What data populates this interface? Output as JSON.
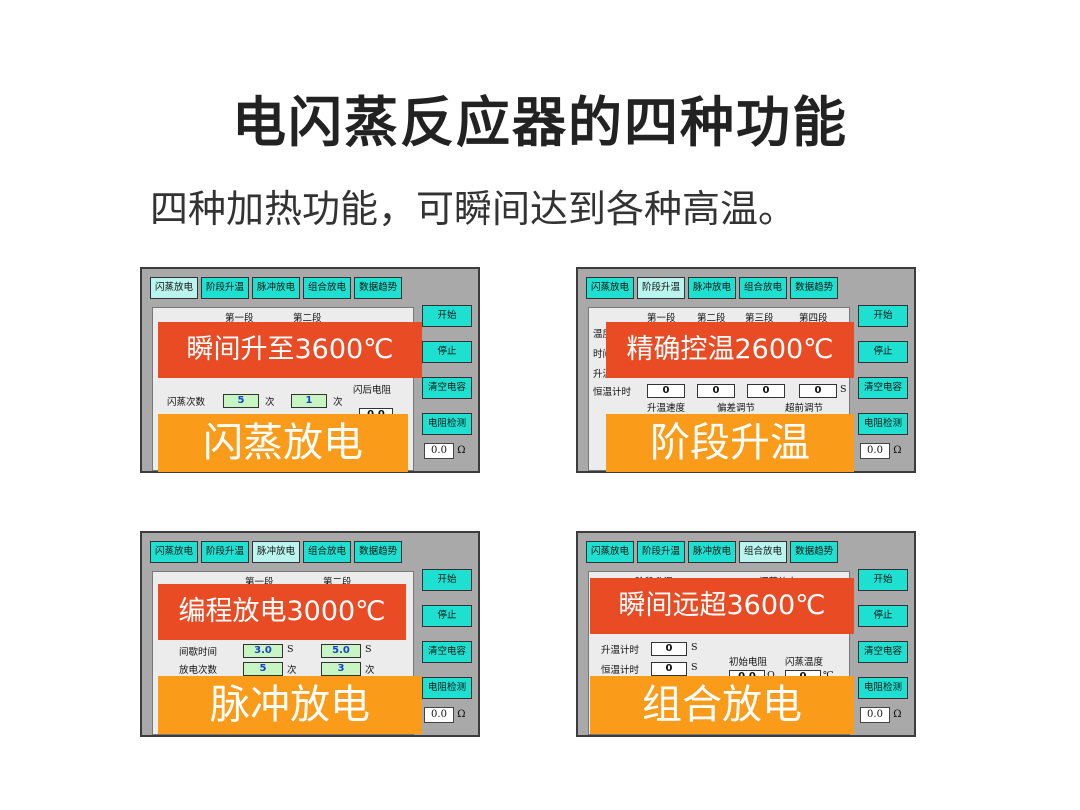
{
  "title": "电闪蒸反应器的四种功能",
  "subtitle": "四种加热功能，可瞬间达到各种高温。",
  "tabs": [
    "闪蒸放电",
    "阶段升温",
    "脉冲放电",
    "组合放电",
    "数据趋势"
  ],
  "side_buttons": [
    "开始",
    "停止",
    "清空电容",
    "电阻检测"
  ],
  "readout": {
    "value": "0.0",
    "unit": "Ω"
  },
  "panels": [
    {
      "red_label": "瞬间升至3600℃",
      "orange_label": "闪蒸放电",
      "headers": [
        "第一段",
        "第二段"
      ],
      "row_label": "闪蒸次数",
      "values": [
        "5",
        "1"
      ],
      "unit": "次",
      "after_label": "闪后电阻",
      "after_value": "0.0"
    },
    {
      "red_label": "精确控温2600℃",
      "orange_label": "阶段升温",
      "headers": [
        "第一段",
        "第二段",
        "第三段",
        "第四段"
      ],
      "row_label": "恒温计时",
      "values": [
        "0",
        "0",
        "0",
        "0"
      ],
      "unit": "S",
      "footers": [
        "升温速度",
        "偏差调节",
        "超前调节"
      ],
      "left_labels": [
        "温度",
        "时间",
        "升温"
      ]
    },
    {
      "red_label": "编程放电3000℃",
      "orange_label": "脉冲放电",
      "headers": [
        "第一段",
        "第二段"
      ],
      "rows": [
        {
          "label": "间歇时间",
          "values": [
            "3.0",
            "5.0"
          ],
          "unit": "S"
        },
        {
          "label": "放电次数",
          "values": [
            "5",
            "3"
          ],
          "unit": "次"
        }
      ]
    },
    {
      "red_label": "瞬间远超3600℃",
      "orange_label": "组合放电",
      "headers": [
        "阶段升温",
        "闪蒸放电"
      ],
      "rows": [
        {
          "label": "升温计时",
          "value": "0",
          "unit": "S"
        },
        {
          "label": "恒温计时",
          "value": "0",
          "unit": "S"
        }
      ],
      "right_labels": [
        "初始电阻",
        "闪蒸温度"
      ],
      "right_values": [
        "0.0",
        "0"
      ],
      "right_units": [
        "Ω",
        "℃"
      ]
    }
  ]
}
